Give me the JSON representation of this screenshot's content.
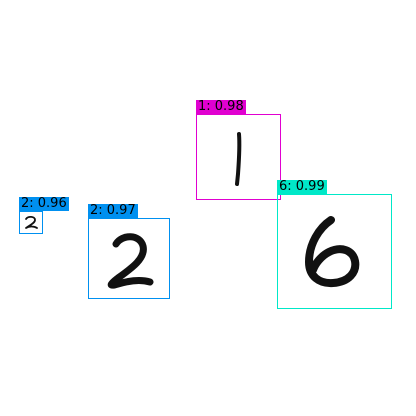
{
  "detections": [
    {
      "label": "1: 0.98",
      "class": "1",
      "score": 0.98,
      "color": "#e000d0"
    },
    {
      "label": "6: 0.99",
      "class": "6",
      "score": 0.99,
      "color": "#00e8c8"
    },
    {
      "label": "2: 0.96",
      "class": "2",
      "score": 0.96,
      "color": "#0090f0"
    },
    {
      "label": "2: 0.97",
      "class": "2",
      "score": 0.97,
      "color": "#0090f0"
    }
  ]
}
